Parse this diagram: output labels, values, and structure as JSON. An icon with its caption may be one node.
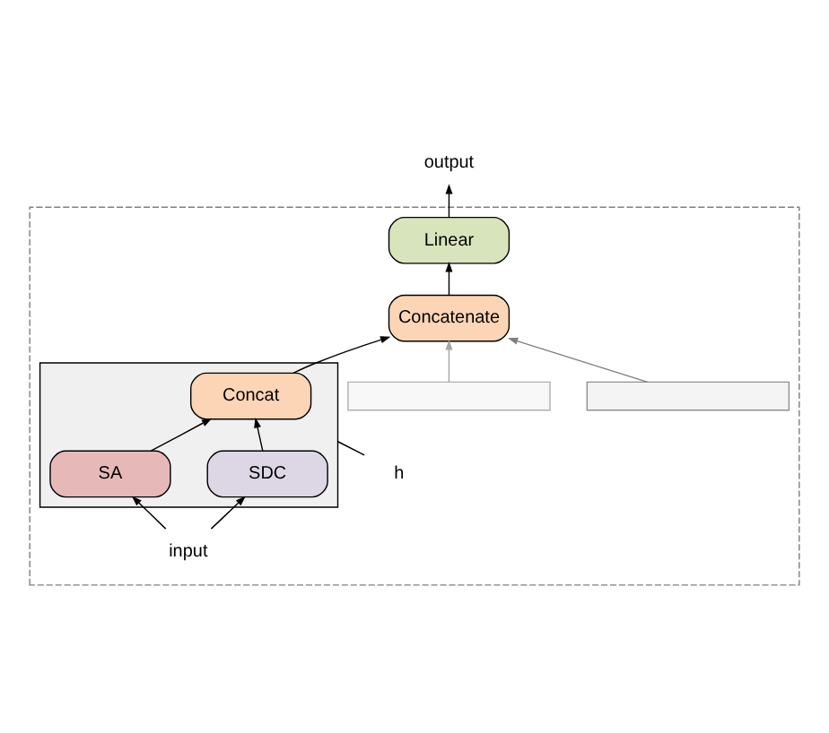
{
  "diagram": {
    "nodes": [
      {
        "text": [
          "output"
        ]
      },
      {
        "text": [],
        "shape": "box"
      },
      {
        "text": [
          "Linear"
        ],
        "in": 1
      },
      {
        "text": [
          "Concatenate"
        ],
        "in": 1
      },
      {
        "text": [],
        "shape": "box",
        "in": 1
      },
      {
        "text": [],
        "shape": "box",
        "in": 1
      },
      {
        "text": [],
        "shape": "box",
        "in": 1
      },
      {
        "text": [
          "Concat"
        ],
        "in": 6
      },
      {
        "text": [
          "SA"
        ],
        "in": 6
      },
      {
        "text": [
          "SDC"
        ],
        "in": 6
      },
      {
        "text": [
          "h"
        ],
        "in": 1
      },
      {
        "text": [
          "input"
        ],
        "in": 1
      }
    ],
    "edges": [
      {
        "from": 2,
        "to": 0,
        "arrow": "to"
      },
      {
        "from": 3,
        "to": 2,
        "arrow": "to"
      },
      {
        "from": 7,
        "to": 3,
        "arrow": "to"
      },
      {
        "from": 5,
        "to": 3,
        "arrow": "to",
        "color": "#808080"
      },
      {
        "from": 4,
        "to": 3,
        "arrow": "to",
        "color": "#a6a6a6"
      },
      {
        "from": 8,
        "to": 7,
        "arrow": "to"
      },
      {
        "from": 9,
        "to": 7,
        "arrow": "to"
      },
      {
        "from": 11,
        "to": 8,
        "arrow": "to"
      },
      {
        "from": 11,
        "to": 9,
        "arrow": "to"
      },
      {
        "from": 10,
        "to": 6,
        "arrow": "none"
      }
    ]
  }
}
